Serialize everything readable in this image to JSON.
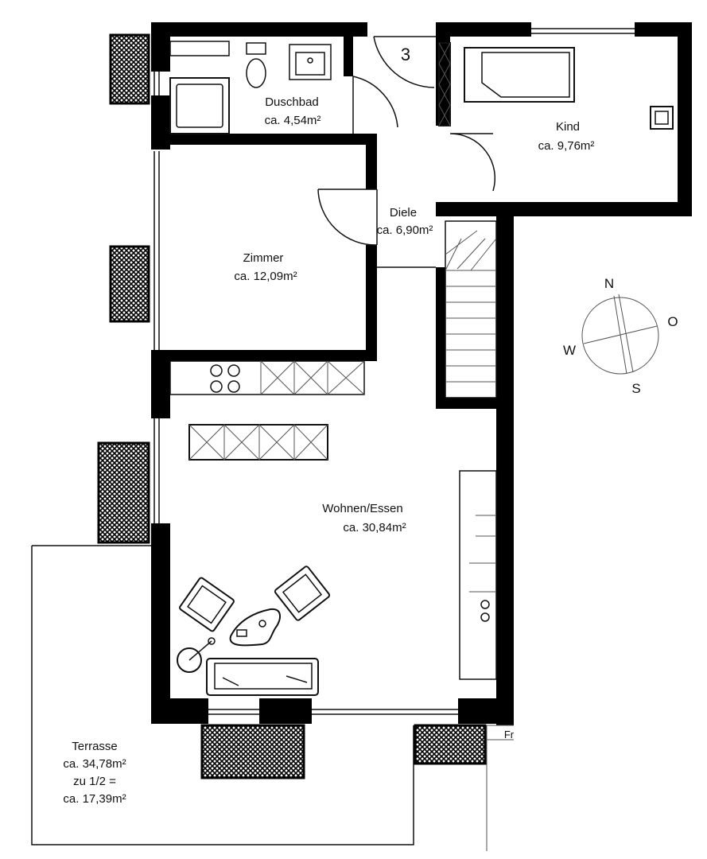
{
  "plan": {
    "stair_number": "3",
    "rooms": {
      "duschbad": {
        "name": "Duschbad",
        "area": "ca. 4,54m²"
      },
      "kind": {
        "name": "Kind",
        "area": "ca. 9,76m²"
      },
      "diele": {
        "name": "Diele",
        "area": "ca. 6,90m²"
      },
      "zimmer": {
        "name": "Zimmer",
        "area": "ca. 12,09m²"
      },
      "wohnen": {
        "name": "Wohnen/Essen",
        "area": "ca. 30,84m²"
      },
      "terrasse": {
        "name": "Terrasse",
        "area": "ca. 34,78m²",
        "share": "zu 1/2 =",
        "share_area": "ca. 17,39m²"
      }
    },
    "compass": {
      "n": "N",
      "o": "O",
      "s": "S",
      "w": "W"
    },
    "edge_mark": "Fr"
  }
}
